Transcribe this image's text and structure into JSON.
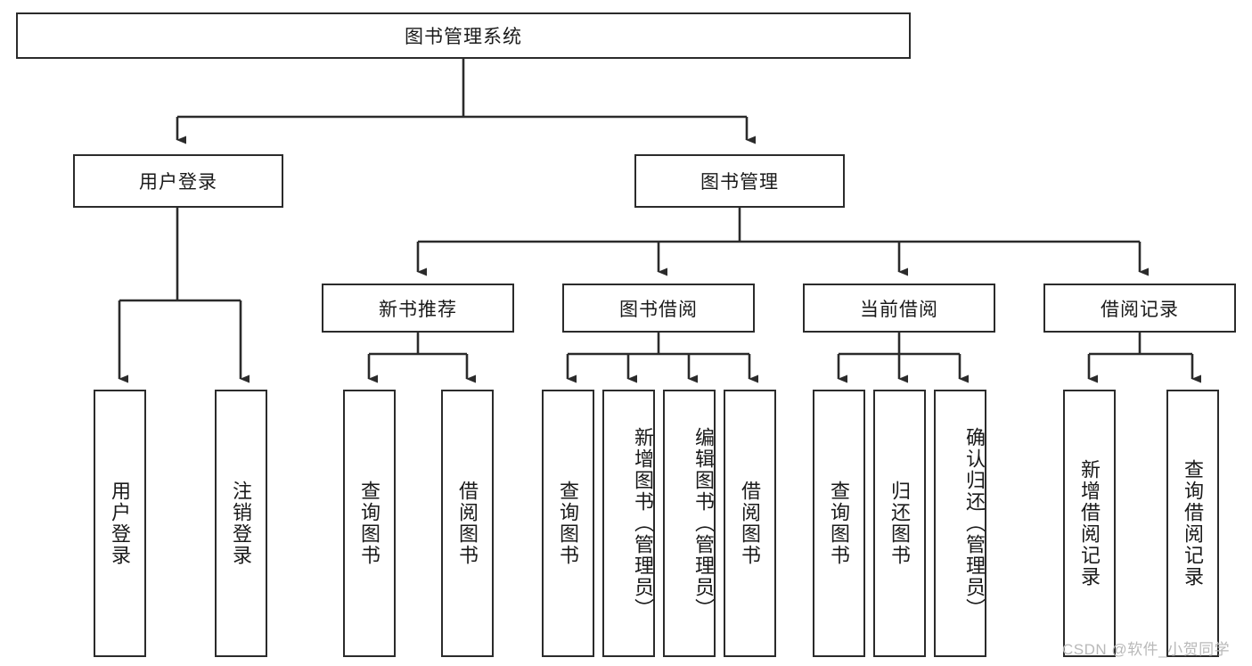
{
  "diagram": {
    "title_node": {
      "label": "图书管理系统"
    },
    "level2": [
      {
        "id": "user-login",
        "label": "用户登录"
      },
      {
        "id": "book-management",
        "label": "图书管理"
      }
    ],
    "level3": [
      {
        "id": "new-book-recommend",
        "label": "新书推荐"
      },
      {
        "id": "book-borrow",
        "label": "图书借阅"
      },
      {
        "id": "current-borrow",
        "label": "当前借阅"
      },
      {
        "id": "borrow-record",
        "label": "借阅记录"
      }
    ],
    "leaves": {
      "user_login": [
        {
          "id": "leaf-user-login",
          "label": "用户登录"
        },
        {
          "id": "leaf-logout-login",
          "label": "注销登录"
        }
      ],
      "new_book_recommend": [
        {
          "id": "leaf-query-book-1",
          "label": "查询图书"
        },
        {
          "id": "leaf-borrow-book-1",
          "label": "借阅图书"
        }
      ],
      "book_borrow": [
        {
          "id": "leaf-query-book-2",
          "label": "查询图书"
        },
        {
          "id": "leaf-add-book",
          "label": "新增图书（管理员）"
        },
        {
          "id": "leaf-edit-book",
          "label": "编辑图书（管理员）"
        },
        {
          "id": "leaf-borrow-book-2",
          "label": "借阅图书"
        }
      ],
      "current_borrow": [
        {
          "id": "leaf-query-book-3",
          "label": "查询图书"
        },
        {
          "id": "leaf-return-book",
          "label": "归还图书"
        },
        {
          "id": "leaf-confirm-return",
          "label": "确认归还（管理员）"
        }
      ],
      "borrow_record": [
        {
          "id": "leaf-add-record",
          "label": "新增借阅记录"
        },
        {
          "id": "leaf-query-record",
          "label": "查询借阅记录"
        }
      ]
    }
  },
  "watermark": {
    "text": "CSDN @软件_小贺同学"
  },
  "colors": {
    "stroke": "#2b2b2b",
    "background": "#ffffff",
    "text": "#1a1a1a",
    "watermark": "#b9b9b9"
  }
}
